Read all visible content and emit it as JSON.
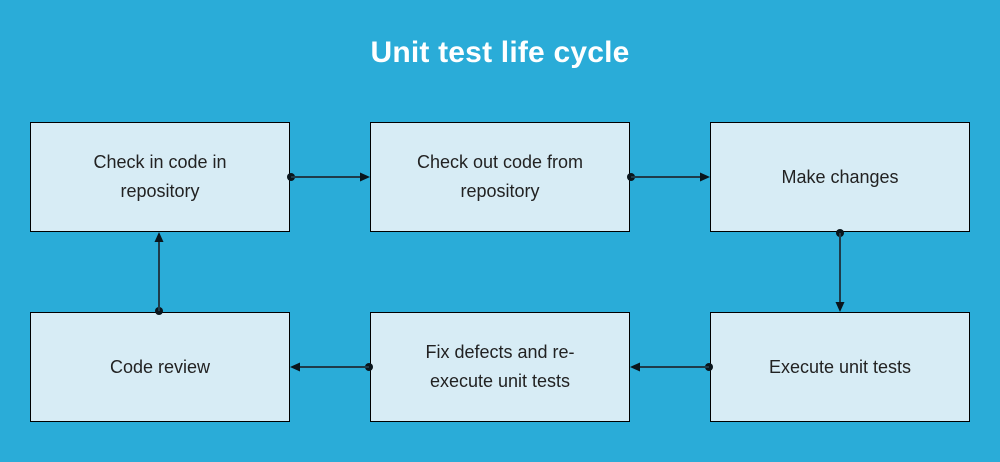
{
  "title": "Unit test life cycle",
  "colors": {
    "background": "#2AACD8",
    "box_fill": "#D7ECF5",
    "box_border": "#000000",
    "arrow": "#1E3B4A",
    "arrow_marker": "#0A151C",
    "text": "#222222",
    "title_text": "#FFFFFF"
  },
  "nodes": [
    {
      "id": "check-in-code",
      "label": "Check in code in\nrepository"
    },
    {
      "id": "check-out-code",
      "label": "Check out code from\nrepository"
    },
    {
      "id": "make-changes",
      "label": "Make changes"
    },
    {
      "id": "code-review",
      "label": "Code review"
    },
    {
      "id": "fix-defects",
      "label": "Fix defects and re-\nexecute unit tests"
    },
    {
      "id": "execute-unit-tests",
      "label": "Execute unit tests"
    }
  ],
  "edges": [
    {
      "from": "check-in-code",
      "to": "check-out-code",
      "direction": "right"
    },
    {
      "from": "check-out-code",
      "to": "make-changes",
      "direction": "right"
    },
    {
      "from": "make-changes",
      "to": "execute-unit-tests",
      "direction": "down"
    },
    {
      "from": "execute-unit-tests",
      "to": "fix-defects",
      "direction": "left"
    },
    {
      "from": "fix-defects",
      "to": "code-review",
      "direction": "left"
    },
    {
      "from": "code-review",
      "to": "check-in-code",
      "direction": "up"
    }
  ]
}
